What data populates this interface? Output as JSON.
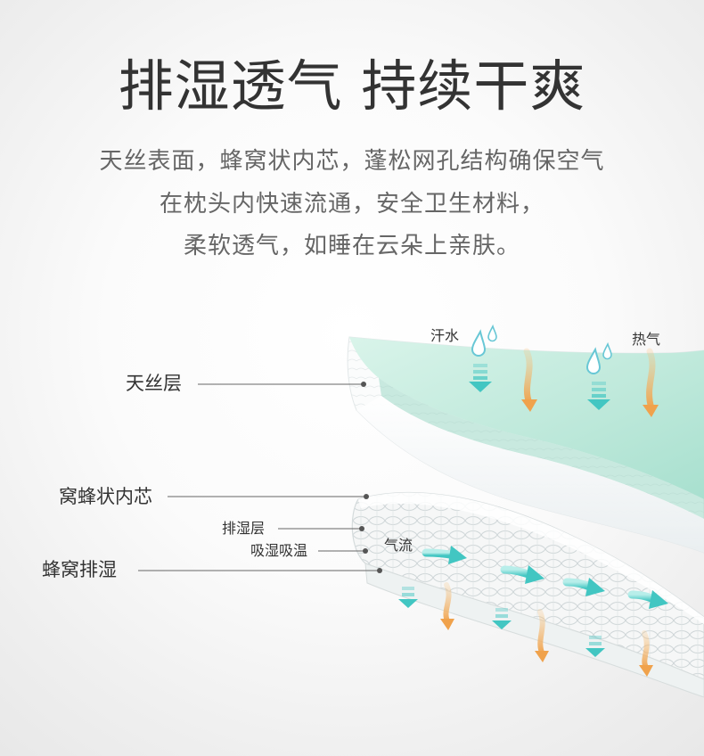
{
  "headline": "排湿透气 持续干爽",
  "description": {
    "line1": "天丝表面，蜂窝状内芯，蓬松网孔结构确保空气",
    "line2": "在枕头内快速流通，安全卫生材料，",
    "line3": "柔软透气，如睡在云朵上亲肤。"
  },
  "diagram": {
    "labels": {
      "tencel_layer": "天丝层",
      "honeycomb_core": "窝蜂状内芯",
      "drain_layer": "排湿层",
      "absorb": "吸湿吸温",
      "honeycomb_drain": "蜂窝排湿",
      "sweat": "汗水",
      "heat": "热气",
      "airflow": "气流"
    },
    "icons": [
      "water-drop-icon",
      "down-arrow-icon",
      "heat-wave-arrow-icon",
      "airflow-arrow-icon"
    ],
    "colors": {
      "mint": "#c9ece0",
      "teal_arrow": "#42c6c2",
      "orange_arrow": "#f0a24c",
      "leader_line": "#666666",
      "headline": "#333333",
      "body_text": "#666666"
    }
  }
}
